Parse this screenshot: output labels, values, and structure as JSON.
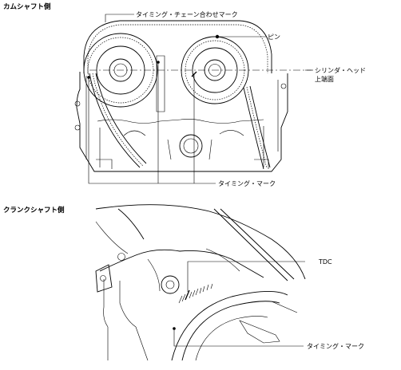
{
  "sections": {
    "cam_title": "カムシャフト側",
    "crank_title": "クランクシャフト側"
  },
  "labels": {
    "timing_chain_mark": "タイミング・チェーン合わせマーク",
    "pin": "ピン",
    "cylinder_head_line1": "シリンダ・ヘッド",
    "cylinder_head_line2": "上端面",
    "cam_timing_mark": "タイミング・マーク",
    "tdc": "TDC",
    "crank_timing_mark": "タイミング・マーク"
  }
}
